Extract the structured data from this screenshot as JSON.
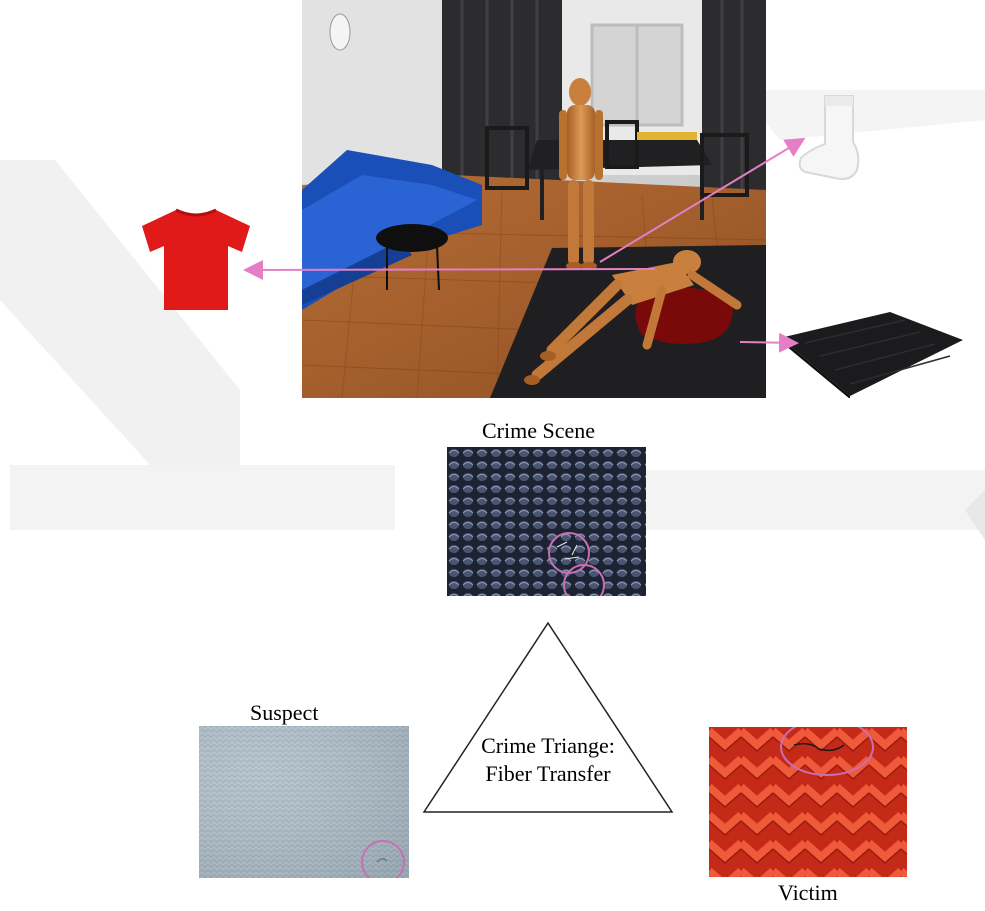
{
  "labels": {
    "crime_scene": "Crime Scene",
    "suspect": "Suspect",
    "victim": "Victim",
    "triangle_line1": "Crime Triange:",
    "triangle_line2": "Fiber Transfer"
  },
  "colors": {
    "arrow": "#e47fc7",
    "circle": "#c86fb4",
    "tshirt": "#e01919",
    "sofa": "#1b4fb8",
    "floor": "#b06a34",
    "carpet": "#1f1f22",
    "mannequin": "#c9803f",
    "blood": "#7a0a0a",
    "watermark": "#ececec"
  }
}
